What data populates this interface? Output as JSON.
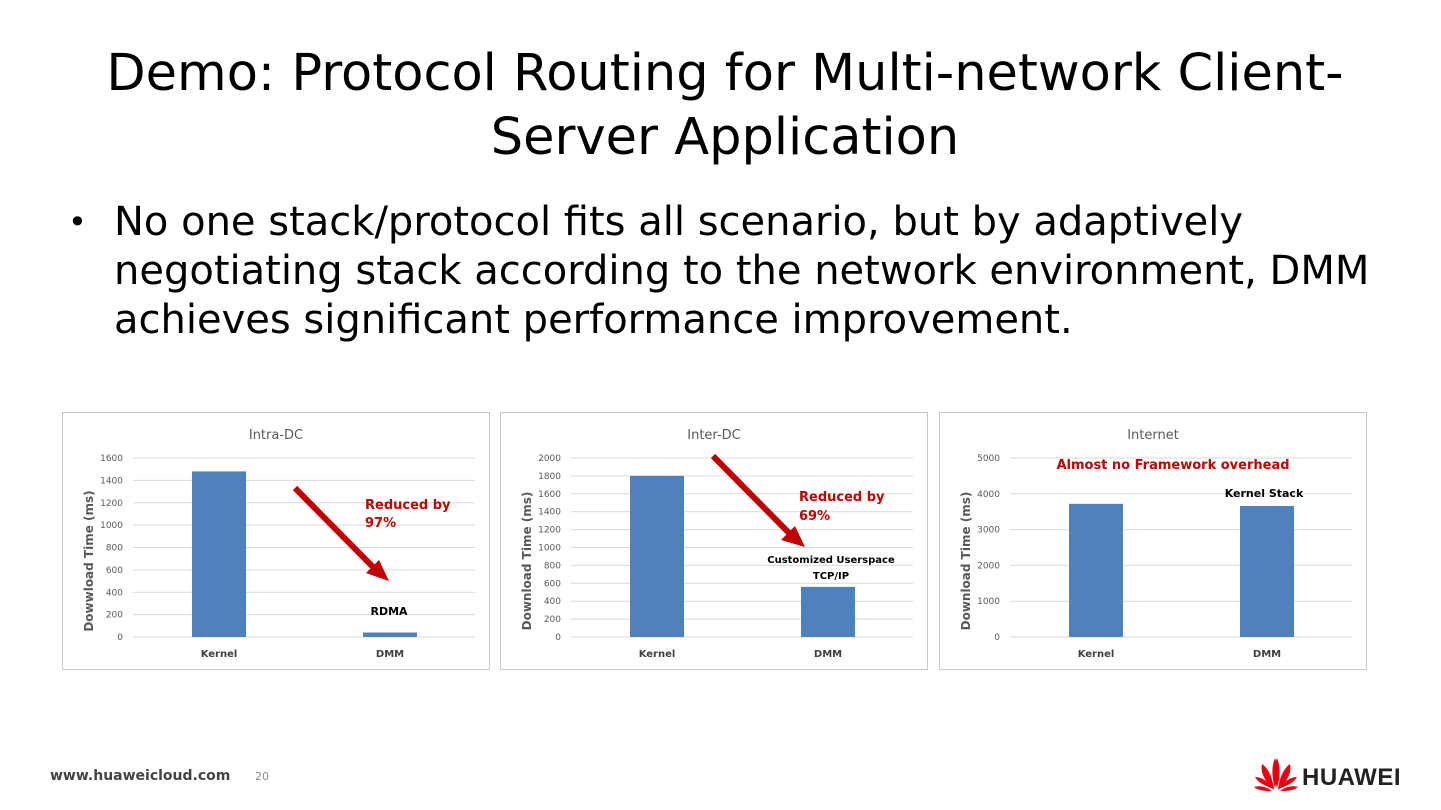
{
  "slide": {
    "title": "Demo: Protocol Routing for Multi-network Client-Server Application",
    "bullet": "No one stack/protocol fits all scenario, but by adaptively negotiating stack according to the network environment, DMM achieves significant performance improvement.",
    "footer_url": "www.huaweicloud.com",
    "page_number": "20",
    "logo_text": "HUAWEI"
  },
  "colors": {
    "bar": "#4f81bd",
    "accent": "#c00000",
    "grid": "#d9d9d9"
  },
  "chart_data": [
    {
      "type": "bar",
      "title": "Intra-DC",
      "ylabel": "Dowwload Time (ms)",
      "categories": [
        "Kernel",
        "DMM"
      ],
      "values": [
        1480,
        40
      ],
      "ylim": [
        0,
        1600
      ],
      "yticks": [
        0,
        200,
        400,
        600,
        800,
        1000,
        1200,
        1400,
        1600
      ],
      "grid": true,
      "annotations": [
        "Reduced by",
        "97%",
        "RDMA"
      ]
    },
    {
      "type": "bar",
      "title": "Inter-DC",
      "ylabel": "Download Time (ms)",
      "categories": [
        "Kernel",
        "DMM"
      ],
      "values": [
        1800,
        560
      ],
      "ylim": [
        0,
        2000
      ],
      "yticks": [
        0,
        200,
        400,
        600,
        800,
        1000,
        1200,
        1400,
        1600,
        1800,
        2000
      ],
      "grid": true,
      "annotations": [
        "Reduced by",
        "69%",
        "Customized Userspace",
        "TCP/IP"
      ]
    },
    {
      "type": "bar",
      "title": "Internet",
      "ylabel": "Download Time (ms)",
      "categories": [
        "Kernel",
        "DMM"
      ],
      "values": [
        3720,
        3660
      ],
      "ylim": [
        0,
        5000
      ],
      "yticks": [
        0,
        1000,
        2000,
        3000,
        4000,
        5000
      ],
      "grid": true,
      "annotations": [
        "Almost no Framework overhead",
        "Kernel Stack"
      ]
    }
  ]
}
